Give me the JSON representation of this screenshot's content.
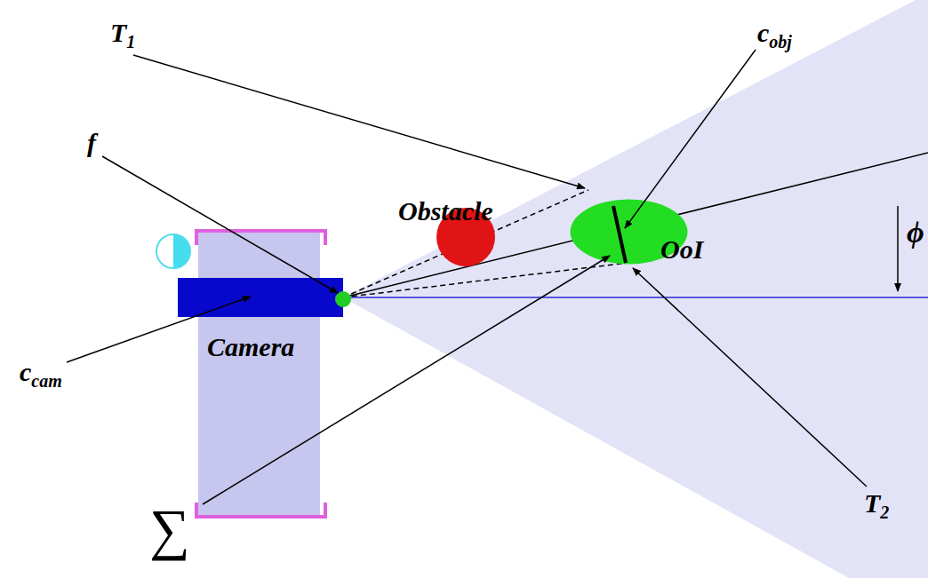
{
  "diagram": {
    "nodes": [
      {
        "text": [
          "Obstacle"
        ]
      },
      {
        "text": [
          "OoI"
        ]
      }
    ],
    "labels": [
      "f",
      "T1",
      "cobj",
      "ϕ",
      "Camera",
      "ccam",
      "T2",
      "∑"
    ]
  }
}
